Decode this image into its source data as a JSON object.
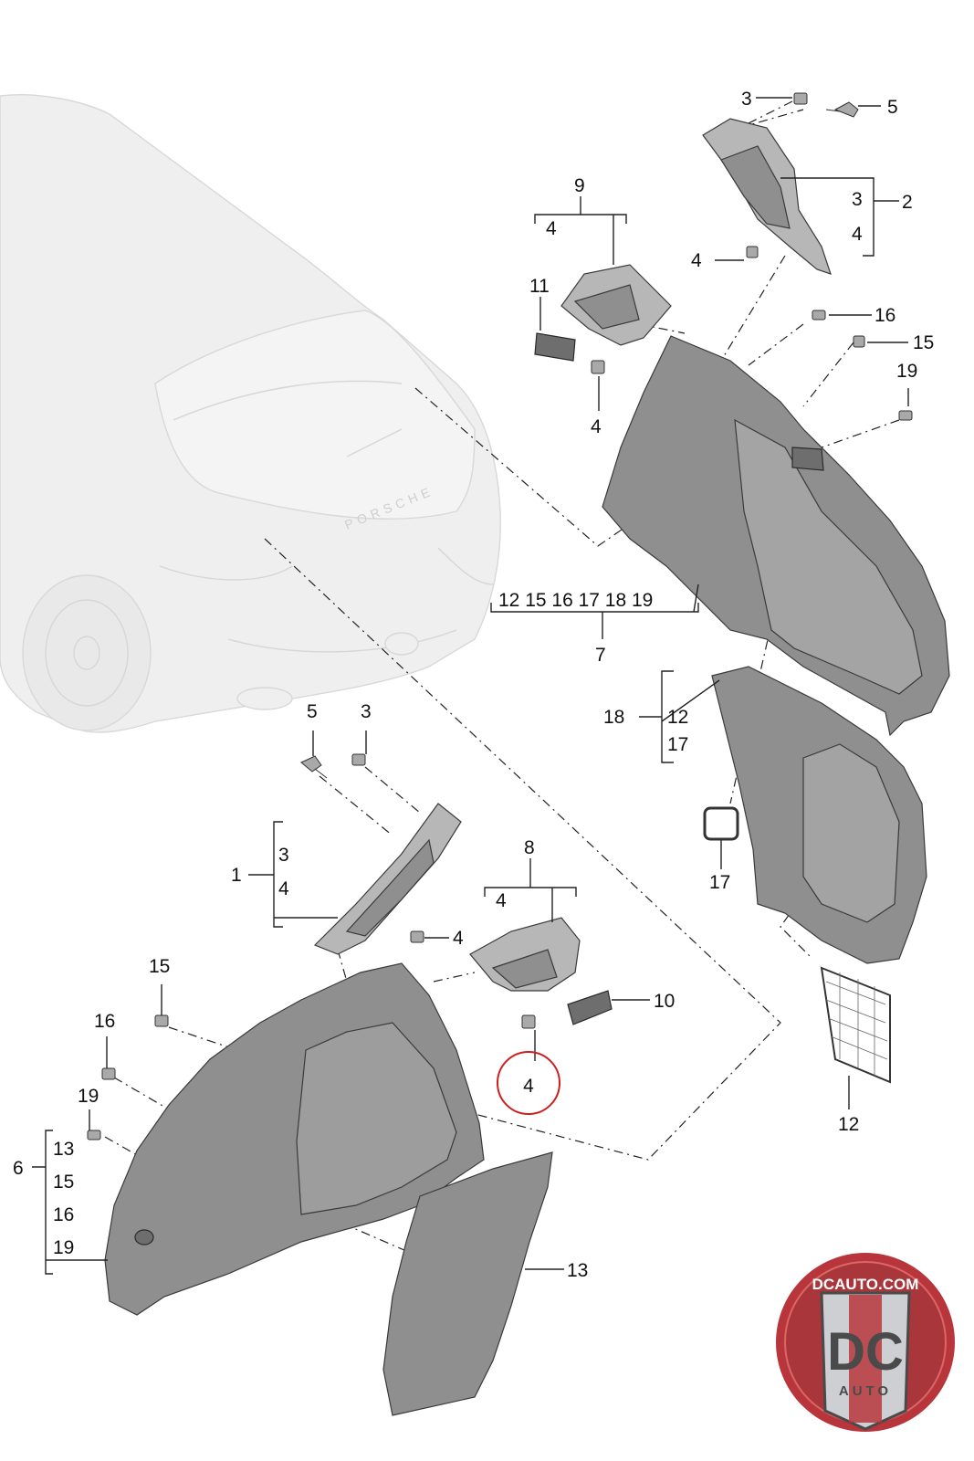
{
  "diagram": {
    "callouts": {
      "top_3": "3",
      "top_5": "5",
      "group2_3": "3",
      "group2_4": "4",
      "group2_total": "2",
      "group9_total": "9",
      "group9_4": "4",
      "clip4_upper": "4",
      "label11": "11",
      "clip4_left": "4",
      "label16_right": "16",
      "label15_right": "15",
      "label19_right": "19",
      "group7_items": "12 15 16 17 18 19",
      "group7_total": "7",
      "group18_total": "18",
      "group18_12": "12",
      "group18_17": "17",
      "label17": "17",
      "label12": "12",
      "lower_5": "5",
      "lower_3": "3",
      "group1_total": "1",
      "group1_3": "3",
      "group1_4": "4",
      "clip4_mid": "4",
      "group8_total": "8",
      "group8_4": "4",
      "label10": "10",
      "circled_4": "4",
      "label15_left": "15",
      "label16_left": "16",
      "label19_left": "19",
      "group6_total": "6",
      "group6_13": "13",
      "group6_15": "15",
      "group6_16": "16",
      "group6_19": "19",
      "label13": "13"
    },
    "highlight_color": "#cc1f1f"
  },
  "car": {
    "badge": "PORSCHE"
  },
  "watermark": {
    "site": "DCAUTO.COM",
    "monogram": "DC",
    "sub": "AUTO",
    "colors": {
      "red": "#b3262b",
      "silver": "#c9ccd0",
      "dark": "#3b3b3b"
    }
  }
}
